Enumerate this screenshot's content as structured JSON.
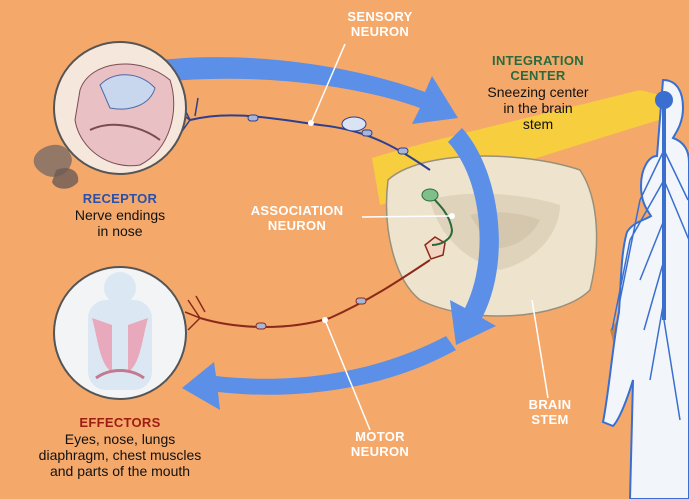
{
  "labels": {
    "sensory_neuron": [
      "SENSORY",
      "NEURON"
    ],
    "integration_center": {
      "title": [
        "INTEGRATION",
        "CENTER"
      ],
      "desc": [
        "Sneezing center",
        "in the brain",
        "stem"
      ]
    },
    "receptor": {
      "title": "RECEPTOR",
      "desc": [
        "Nerve endings",
        "in nose"
      ]
    },
    "association_neuron": [
      "ASSOCIATION",
      "NEURON"
    ],
    "effectors": {
      "title": "EFFECTORS",
      "desc": [
        "Eyes, nose, lungs",
        "diaphragm, chest muscles",
        "and parts of the mouth"
      ]
    },
    "motor_neuron": [
      "MOTOR",
      "NEURON"
    ],
    "brain_stem": [
      "BRAIN",
      "STEM"
    ]
  },
  "colors": {
    "background": "#f4a96b",
    "arrow": "#5b8fe8",
    "sensory_nerve": "#2e3f8c",
    "motor_nerve": "#8c2a1a",
    "integration_title": "#2b6a3c",
    "receptor_title": "#2c4fa8",
    "effectors_title": "#9c1d12",
    "highlight_yellow": "#f6d23a",
    "brain_stem": "#eee3cc"
  }
}
